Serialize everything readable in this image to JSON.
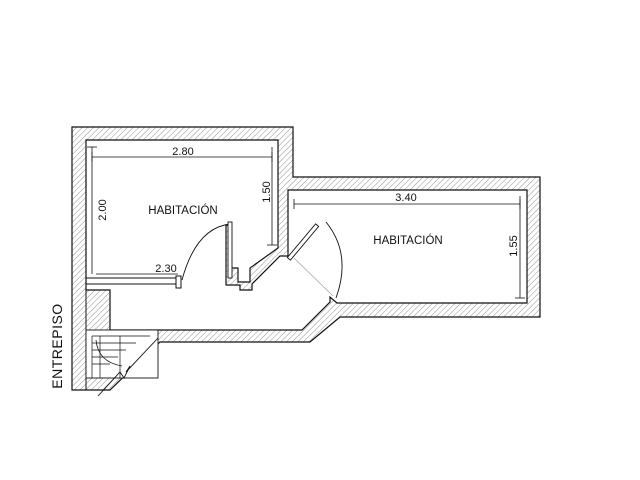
{
  "rooms": [
    {
      "name": "HABITACIÓN"
    },
    {
      "name": "HABITACIÓN"
    }
  ],
  "dimensions": {
    "room1_width": "2.80",
    "room1_height": "2.00",
    "room1_bottom": "2.30",
    "room1_inner_height": "1.50",
    "room2_width": "3.40",
    "room2_height": "1.55"
  },
  "side_label": "ENTREPISO"
}
